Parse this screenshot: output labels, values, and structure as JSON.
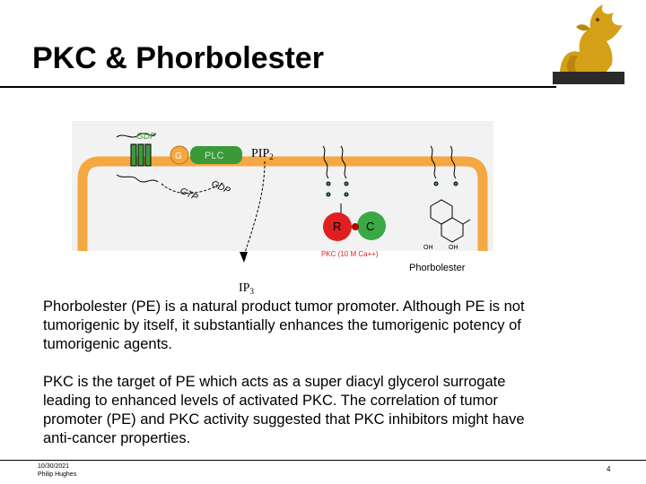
{
  "slide": {
    "title": "PKC & Phorbolester",
    "paragraphs": [
      "Phorbolester (PE) is a natural product tumor promoter.  Although PE is not tumorigenic by itself, it substantially enhances the tumorigenic potency of tumorigenic agents.",
      "PKC is the target of PE which acts as a super diacyl glycerol surrogate leading to enhanced levels of activated PKC.  The correlation of tumor promoter (PE) and PKC activity suggested that PKC inhibitors might have anti-cancer properties."
    ],
    "footer": {
      "date": "10/30/2021",
      "author": "Philip Hughes"
    },
    "page_number": "4"
  },
  "diagram": {
    "labels": {
      "gdp_top": "GDP",
      "g_protein": "G",
      "plc": "PLC",
      "pip2": "PIP",
      "pip2_sub": "2",
      "gtp": "GTP",
      "gdp_out": "GDP",
      "ip3": "IP",
      "ip3_sub": "3",
      "r": "R",
      "c": "C",
      "pkc_note": "PKC (10  M Ca++)",
      "oh1": "OH",
      "oh2": "OH",
      "caption": "Phorbolester"
    },
    "colors": {
      "membrane": "#f5a742",
      "r_domain": "#e02020",
      "c_domain": "#39a845",
      "plc": "#3a9a3a",
      "g_protein": "#f5a742"
    }
  }
}
